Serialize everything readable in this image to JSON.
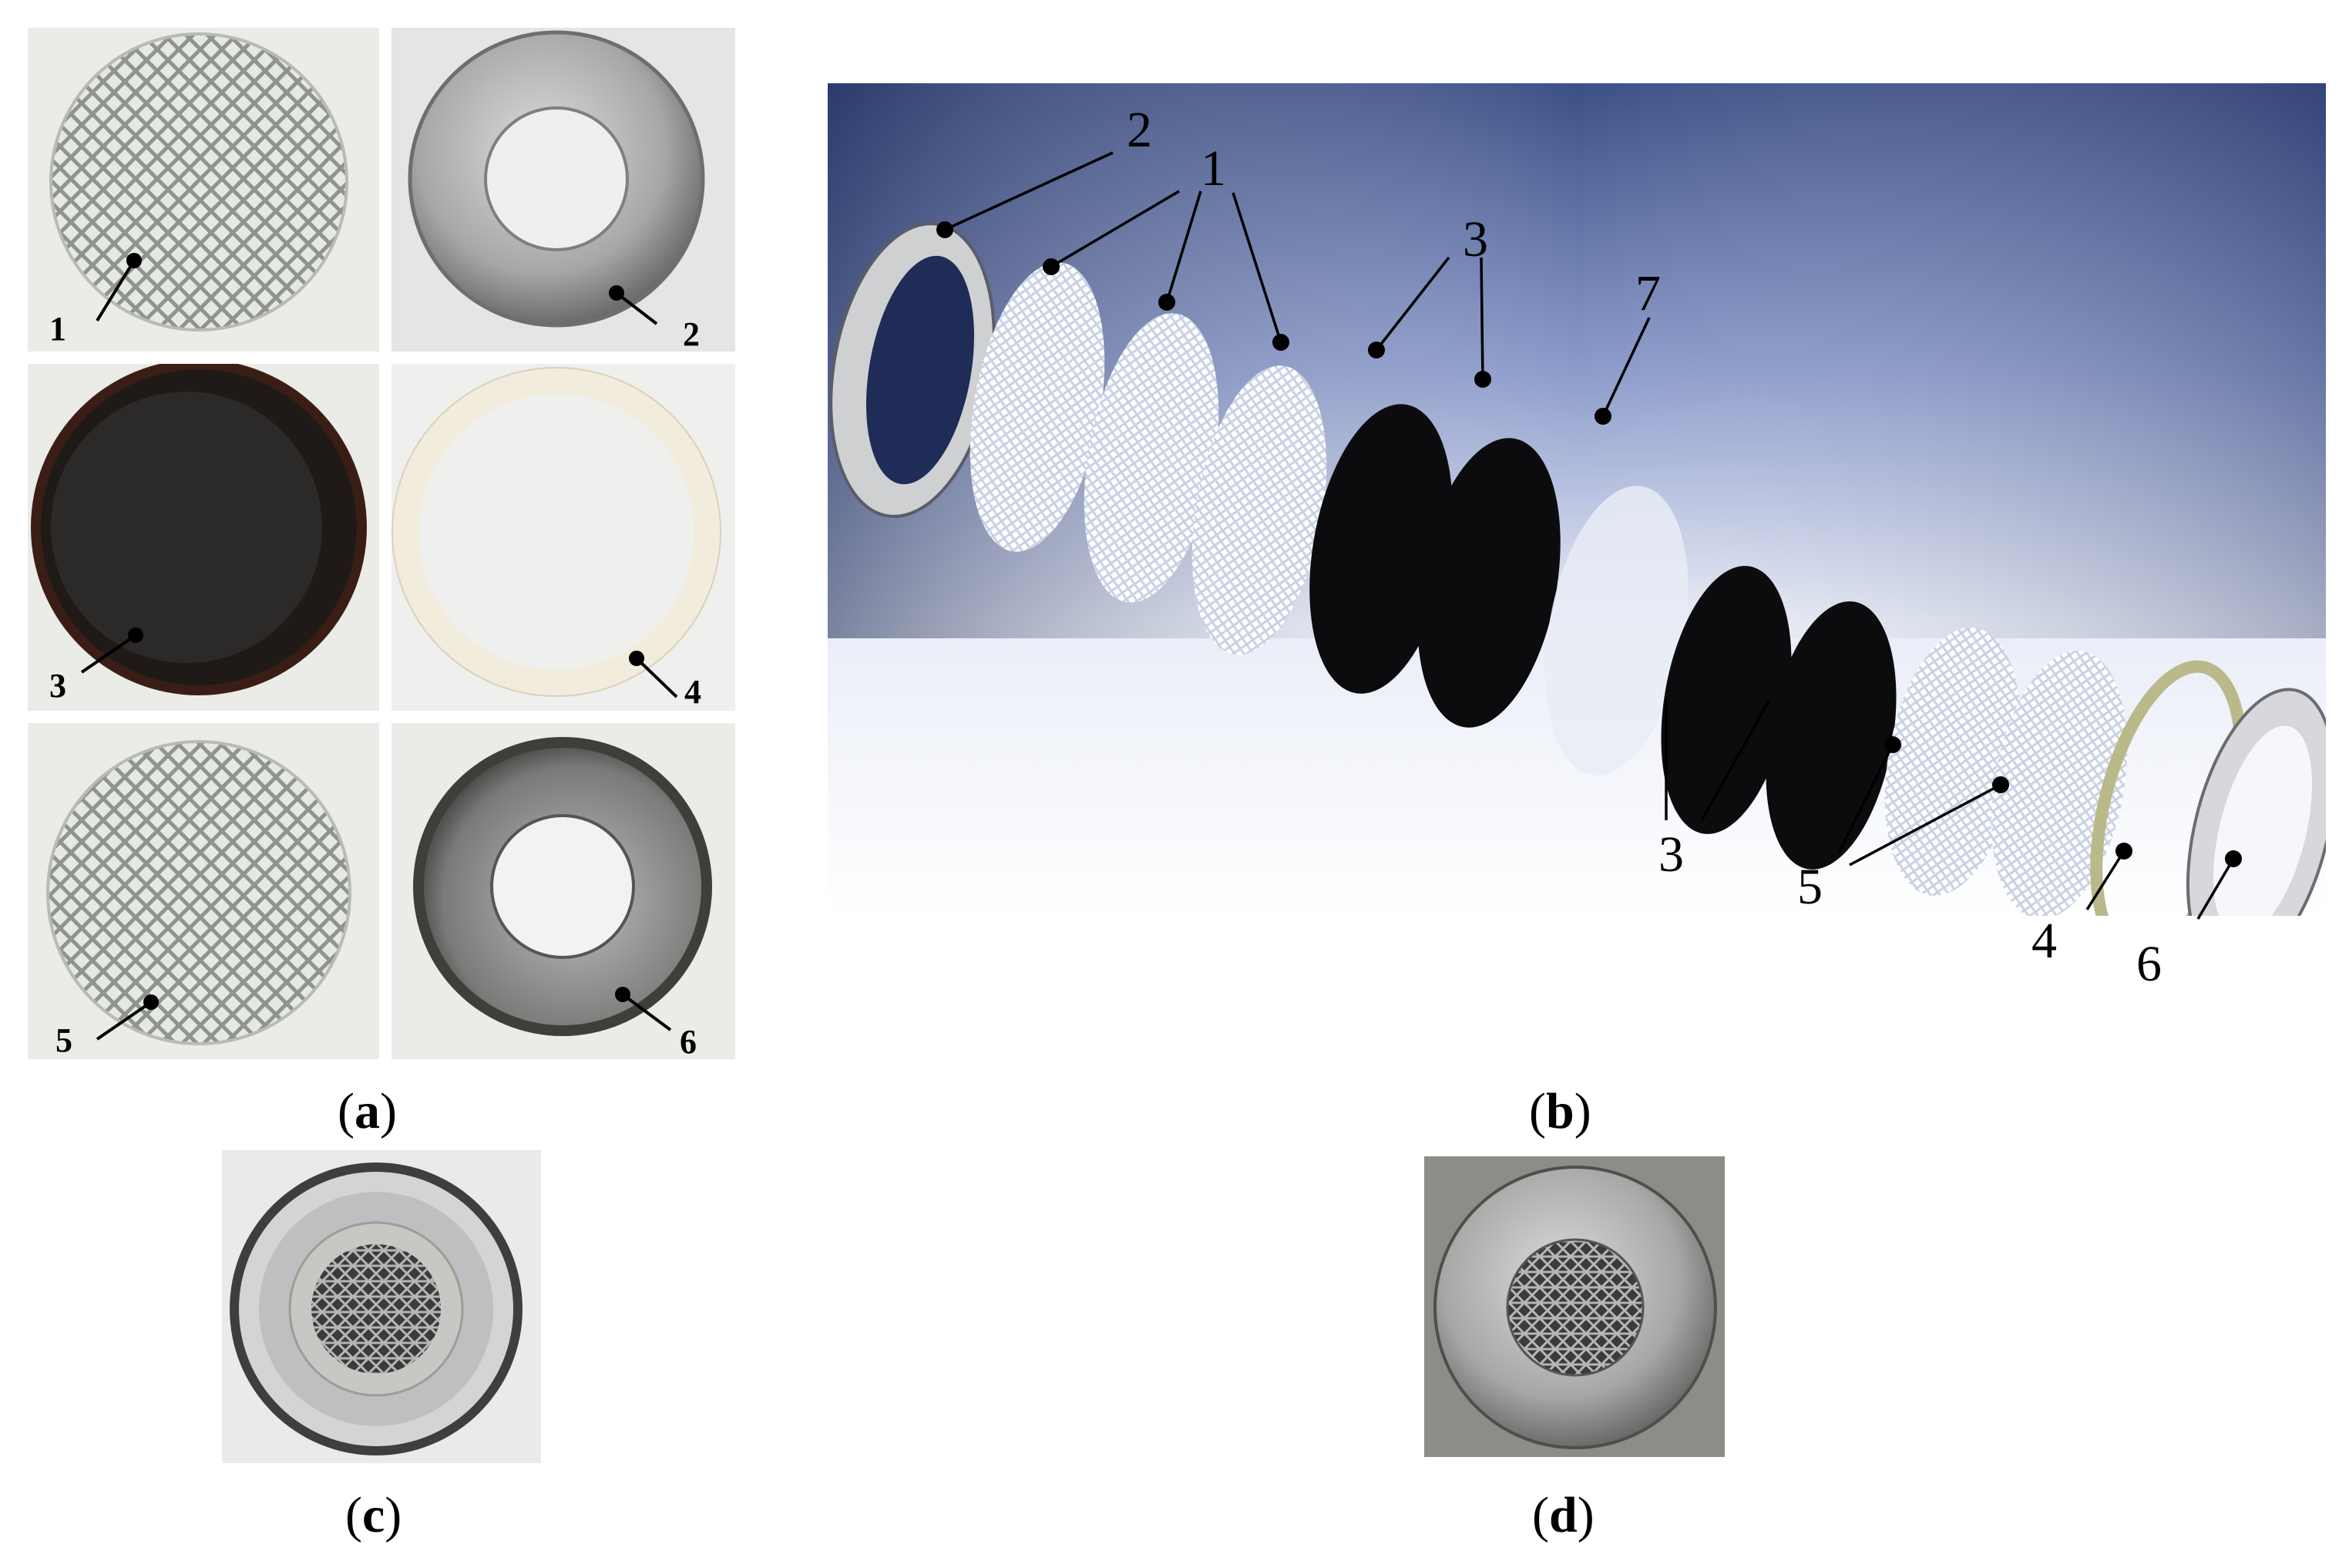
{
  "panel_a": {
    "labels": [
      "1",
      "2",
      "3",
      "4",
      "5",
      "6"
    ],
    "caption": {
      "open": "(",
      "letter": "a",
      "close": ")"
    }
  },
  "panel_b": {
    "labels": [
      "2",
      "1",
      "3",
      "7",
      "3",
      "5",
      "4",
      "6"
    ],
    "caption": {
      "open": "(",
      "letter": "b",
      "close": ")"
    }
  },
  "panel_c": {
    "caption": {
      "open": "(",
      "letter": "c",
      "close": ")"
    }
  },
  "panel_d": {
    "caption": {
      "open": "(",
      "letter": "d",
      "close": ")"
    }
  },
  "colors": {
    "mesh": "#d9dcd6",
    "steel": "#a8a8a6",
    "carbon": "#2b2826",
    "ptfe_ring": "#f1ece0",
    "background_b": "#5a6fa8"
  }
}
